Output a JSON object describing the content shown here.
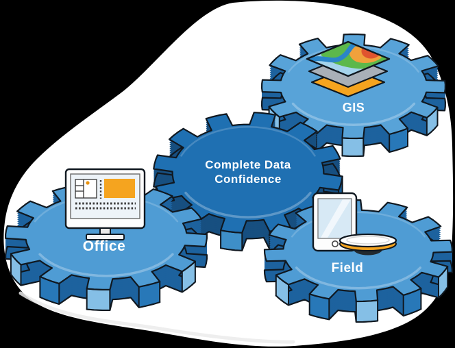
{
  "background": {
    "color": "#000000",
    "blob_color": "#ffffff"
  },
  "gears": {
    "center": {
      "label": "Complete Data Confidence",
      "lines": [
        "Complete Data",
        "Confidence"
      ]
    },
    "gis": {
      "label": "GIS",
      "icon": "map-layers-icon"
    },
    "office": {
      "label": "Office",
      "icon": "desktop-monitor-icon"
    },
    "field": {
      "label": "Field",
      "icons": [
        "tablet-icon",
        "gps-receiver-icon"
      ]
    }
  },
  "colors": {
    "outer_gear_face": "#4f9cd4",
    "gis_gear_face": "#58a3d8",
    "center_gear_face": "#1f70b2",
    "gear_side": "#1d629e",
    "center_gear_side": "#174f80",
    "tooth_front_light": "#85bfe6",
    "tooth_front_mid": "#2878b8",
    "center_tooth_front_light": "#3e8fc8",
    "center_tooth_front_mid": "#155a94",
    "outline": "#101820",
    "label_text": "#ffffff",
    "accent_orange": "#f5a41f",
    "orange_dark": "#e8920f",
    "layer_gray": "#a9b0b8",
    "map_green": "#5cb84b",
    "map_orange": "#f0a13c",
    "map_red": "#e0532f",
    "map_water": "#a5d4ec",
    "map_river": "#2b85c8",
    "screen_blue": "#d7e9f5",
    "device_white": "#fdfdfd"
  }
}
